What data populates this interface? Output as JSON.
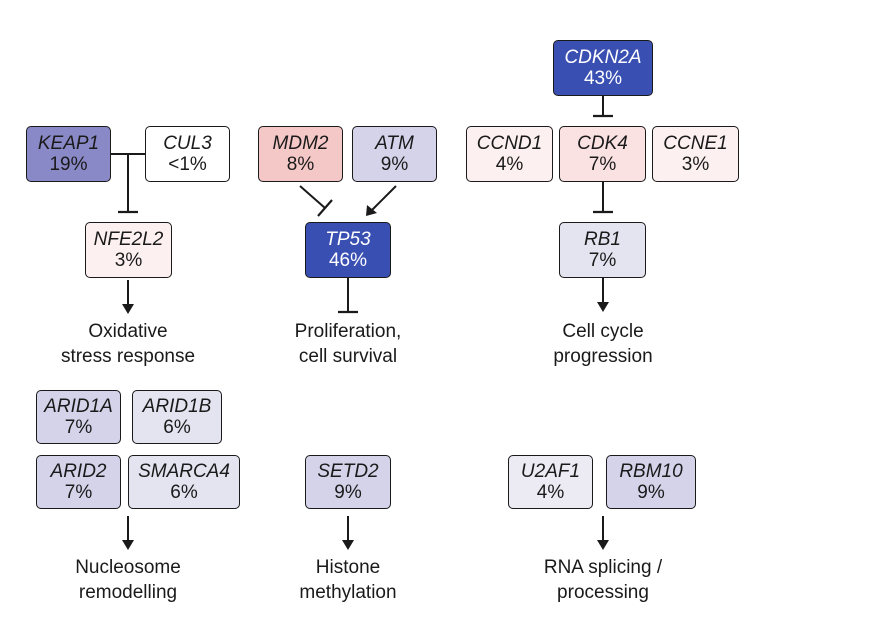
{
  "colors": {
    "dark_blue": "#3a4fb2",
    "medium_blue": "#8a89c8",
    "light_blue": "#d4d3ea",
    "lighter_blue": "#e4e3f0",
    "pale_blue": "#ecebf4",
    "pink_medium": "#f5c8c8",
    "pink_light": "#fbe2e2",
    "pink_pale": "#fdf0f0",
    "white": "#ffffff"
  },
  "genes": {
    "keap1": {
      "name": "KEAP1",
      "pct": "19%"
    },
    "cul3": {
      "name": "CUL3",
      "pct": "<1%"
    },
    "nfe2l2": {
      "name": "NFE2L2",
      "pct": "3%"
    },
    "mdm2": {
      "name": "MDM2",
      "pct": "8%"
    },
    "atm": {
      "name": "ATM",
      "pct": "9%"
    },
    "tp53": {
      "name": "TP53",
      "pct": "46%"
    },
    "cdkn2a": {
      "name": "CDKN2A",
      "pct": "43%"
    },
    "ccnd1": {
      "name": "CCND1",
      "pct": "4%"
    },
    "cdk4": {
      "name": "CDK4",
      "pct": "7%"
    },
    "ccne1": {
      "name": "CCNE1",
      "pct": "3%"
    },
    "rb1": {
      "name": "RB1",
      "pct": "7%"
    },
    "arid1a": {
      "name": "ARID1A",
      "pct": "7%"
    },
    "arid1b": {
      "name": "ARID1B",
      "pct": "6%"
    },
    "arid2": {
      "name": "ARID2",
      "pct": "7%"
    },
    "smarca4": {
      "name": "SMARCA4",
      "pct": "6%"
    },
    "setd2": {
      "name": "SETD2",
      "pct": "9%"
    },
    "u2af1": {
      "name": "U2AF1",
      "pct": "4%"
    },
    "rbm10": {
      "name": "RBM10",
      "pct": "9%"
    }
  },
  "outcomes": {
    "oxidative": {
      "line1": "Oxidative",
      "line2": "stress response"
    },
    "proliferation": {
      "line1": "Proliferation,",
      "line2": "cell survival"
    },
    "cell_cycle": {
      "line1": "Cell cycle",
      "line2": "progression"
    },
    "nucleosome": {
      "line1": "Nucleosome",
      "line2": "remodelling"
    },
    "histone": {
      "line1": "Histone",
      "line2": "methylation"
    },
    "rna": {
      "line1": "RNA splicing /",
      "line2": "processing"
    }
  }
}
